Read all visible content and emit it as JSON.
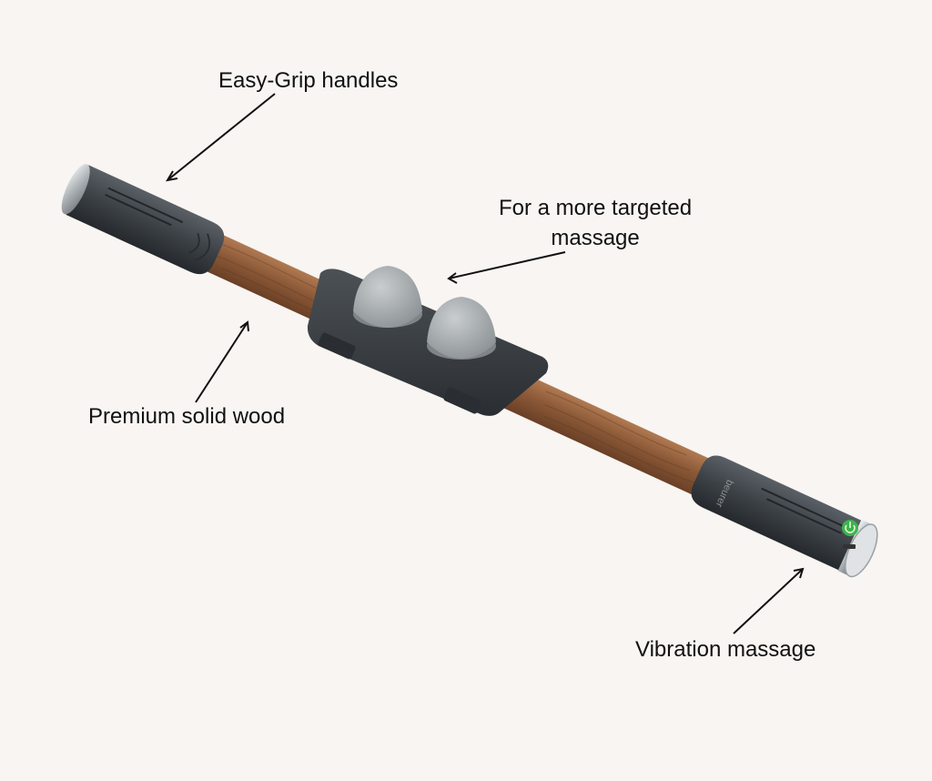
{
  "callouts": {
    "grip": "Easy-Grip handles",
    "target_line1": "For a more targeted",
    "target_line2": "massage",
    "wood": "Premium solid wood",
    "vibration": "Vibration massage"
  },
  "product": {
    "brand_mark": "beurer",
    "colors": {
      "background": "#f8f5f2",
      "handle": "#3d4247",
      "wood": "#8a5a3a",
      "nodule": "#a9aeb1",
      "power_led": "#3cb44a"
    }
  }
}
